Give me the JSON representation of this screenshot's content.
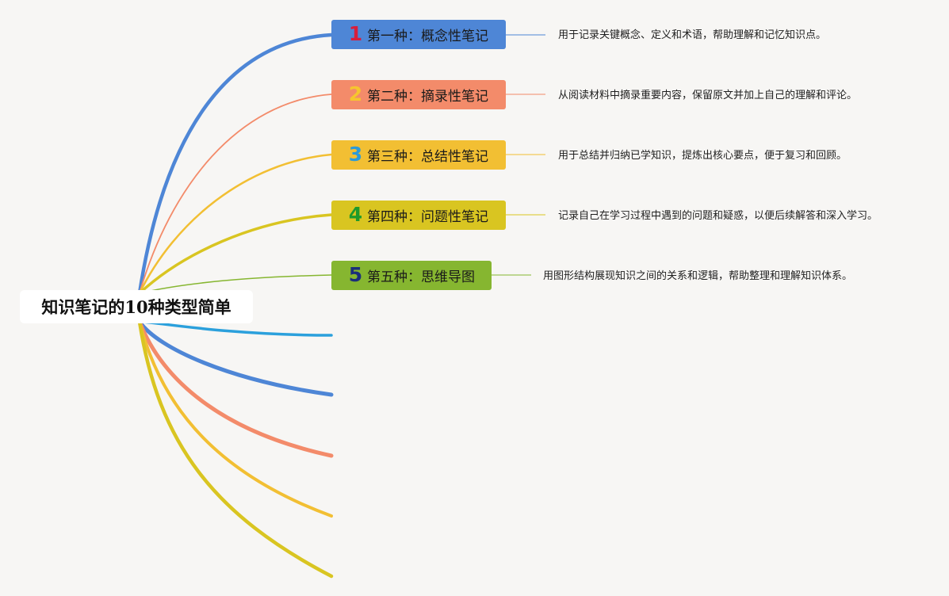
{
  "root": {
    "title": "知识笔记的10种类型简单"
  },
  "topics": [
    {
      "number": "1",
      "label": "第一种：概念性笔记",
      "description": "用于记录关键概念、定义和术语，帮助理解和记忆知识点。",
      "color": "#4e86d6",
      "number_color": "#d81e3c"
    },
    {
      "number": "2",
      "label": "第二种：摘录性笔记",
      "description": "从阅读材料中摘录重要内容，保留原文并加上自己的理解和评论。",
      "color": "#f38b6a",
      "number_color": "#f6c52e"
    },
    {
      "number": "3",
      "label": "第三种：总结性笔记",
      "description": "用于总结并归纳已学知识，提炼出核心要点，便于复习和回顾。",
      "color": "#f2bf33",
      "number_color": "#2b9ad8"
    },
    {
      "number": "4",
      "label": "第四种：问题性笔记",
      "description": "记录自己在学习过程中遇到的问题和疑惑，以便后续解答和深入学习。",
      "color": "#d9c521",
      "number_color": "#1f9a2a"
    },
    {
      "number": "5",
      "label": "第五种：思维导图",
      "description": "用图形结构展现知识之间的关系和逻辑，帮助整理和理解知识体系。",
      "color": "#86b630",
      "number_color": "#1a2f7a"
    }
  ],
  "empty_branch_colors": [
    "#2ba0dc",
    "#4e86d6",
    "#f38b6a",
    "#f2bf33",
    "#d9c521"
  ]
}
